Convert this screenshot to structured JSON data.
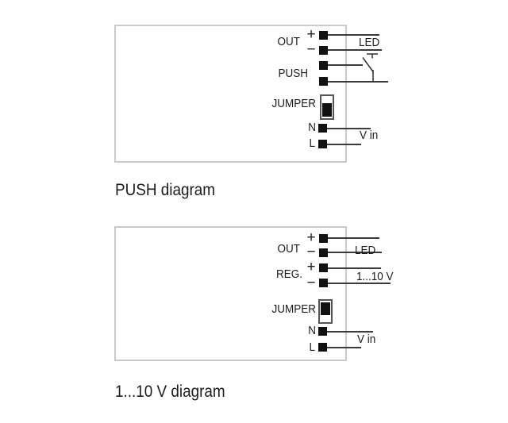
{
  "push_diagram": {
    "caption": "PUSH diagram",
    "labels": {
      "out": "OUT",
      "plus": "+",
      "minus": "−",
      "push": "PUSH",
      "jumper": "JUMPER",
      "n": "N",
      "l": "L",
      "led": "LED",
      "v_in": "V in"
    }
  },
  "v_diagram": {
    "caption": "1...10 V diagram",
    "labels": {
      "out": "OUT",
      "plus": "+",
      "minus": "−",
      "reg": "REG.",
      "reg_range": "1...10 V",
      "jumper": "JUMPER",
      "n": "N",
      "l": "L",
      "led": "LED",
      "v_in": "V in"
    }
  },
  "colors": {
    "box_border": "#c9c9c9",
    "wire": "#3a3a3a",
    "terminal": "#111111",
    "text": "#1c1c1c",
    "background": "#ffffff"
  }
}
